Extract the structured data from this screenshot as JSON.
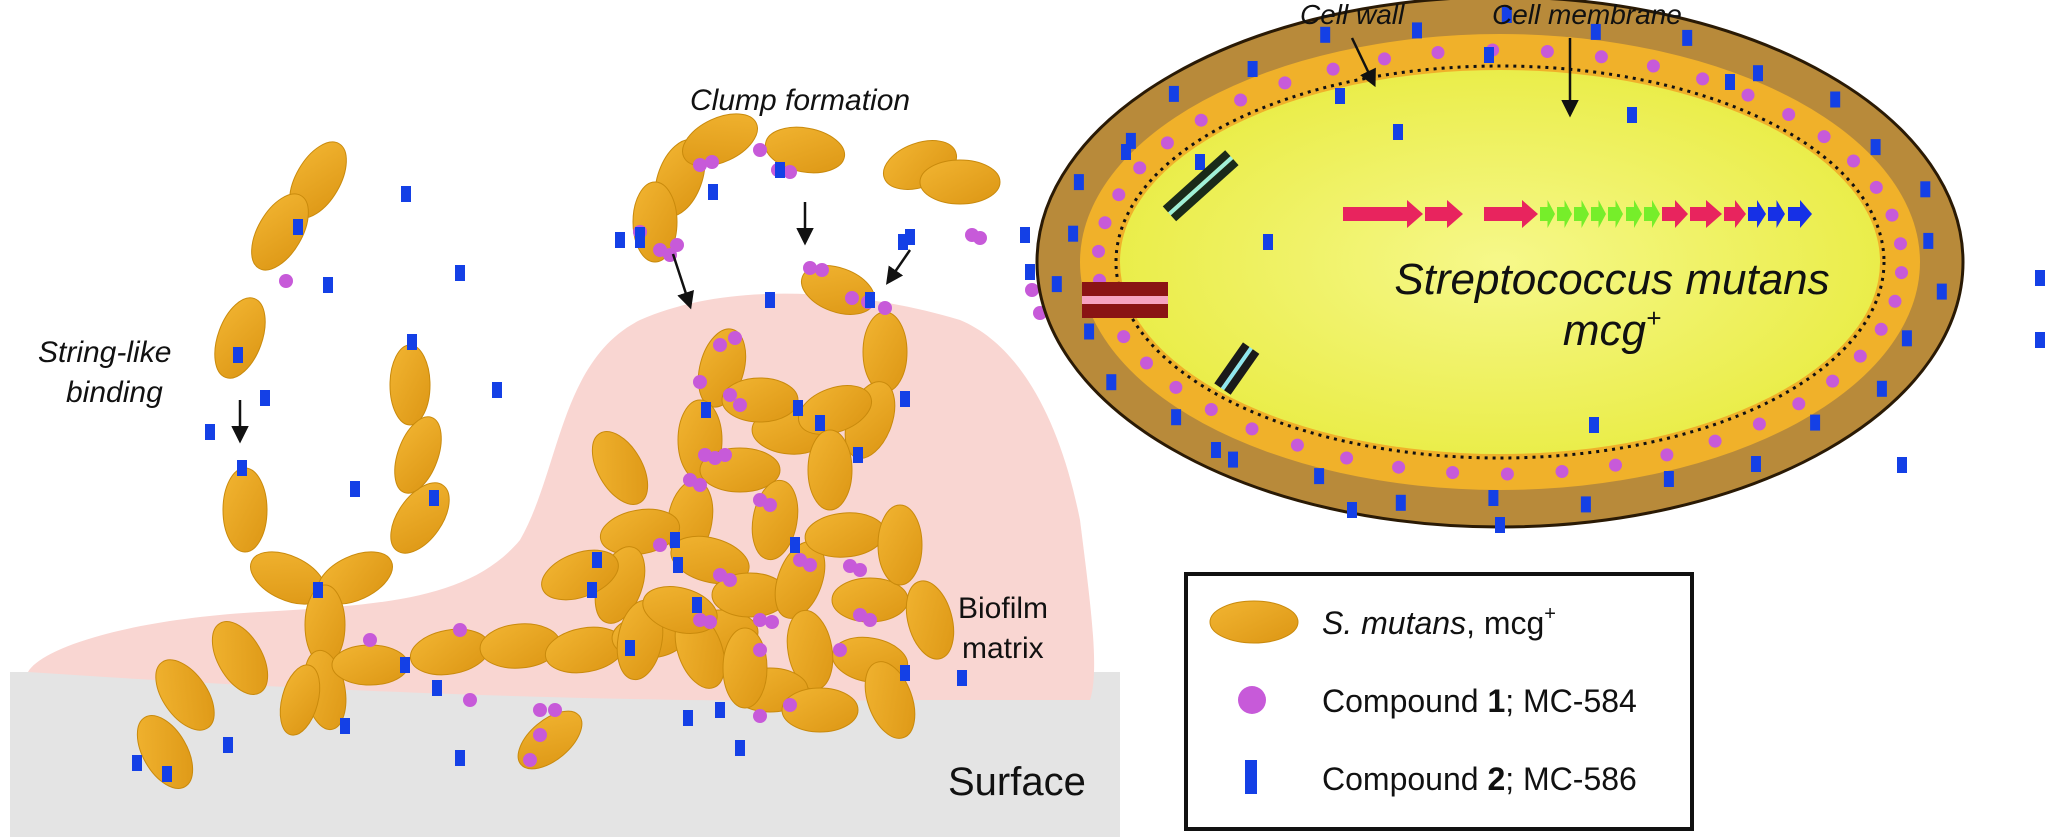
{
  "labels": {
    "clump_formation": "Clump formation",
    "string_like_1": "String-like",
    "string_like_2": "binding",
    "biofilm_1": "Biofilm",
    "biofilm_2": "matrix",
    "surface": "Surface",
    "cell_wall": "Cell wall",
    "cell_membrane": "Cell membrane",
    "species": "Streptococcus mutans",
    "strain": "mcg",
    "strain_sup": "+"
  },
  "legend": {
    "items": [
      {
        "symbol": "bacterium-ellipse",
        "italic": "S. mutans",
        "text": ", mcg",
        "sup": "+"
      },
      {
        "symbol": "magenta-dot",
        "pre": "Compound ",
        "bold": "1",
        "post": "; MC-584"
      },
      {
        "symbol": "blue-bar",
        "pre": "Compound ",
        "bold": "2",
        "post": "; MC-586"
      }
    ]
  },
  "colors": {
    "bacterium": "#e8a318",
    "bacterium_stroke": "#c98a0c",
    "compound1": "#c75ad9",
    "compound2": "#1440e6",
    "biofilm": "#f9d6d2",
    "surface": "#e4e4e4",
    "cell_wall": "#b88a3a",
    "cell_membrane": "#f0b12a",
    "cytoplasm": "#eef15a",
    "gene_red": "#e8245e",
    "gene_green": "#76ee2a",
    "gene_blue": "#1630e6"
  }
}
